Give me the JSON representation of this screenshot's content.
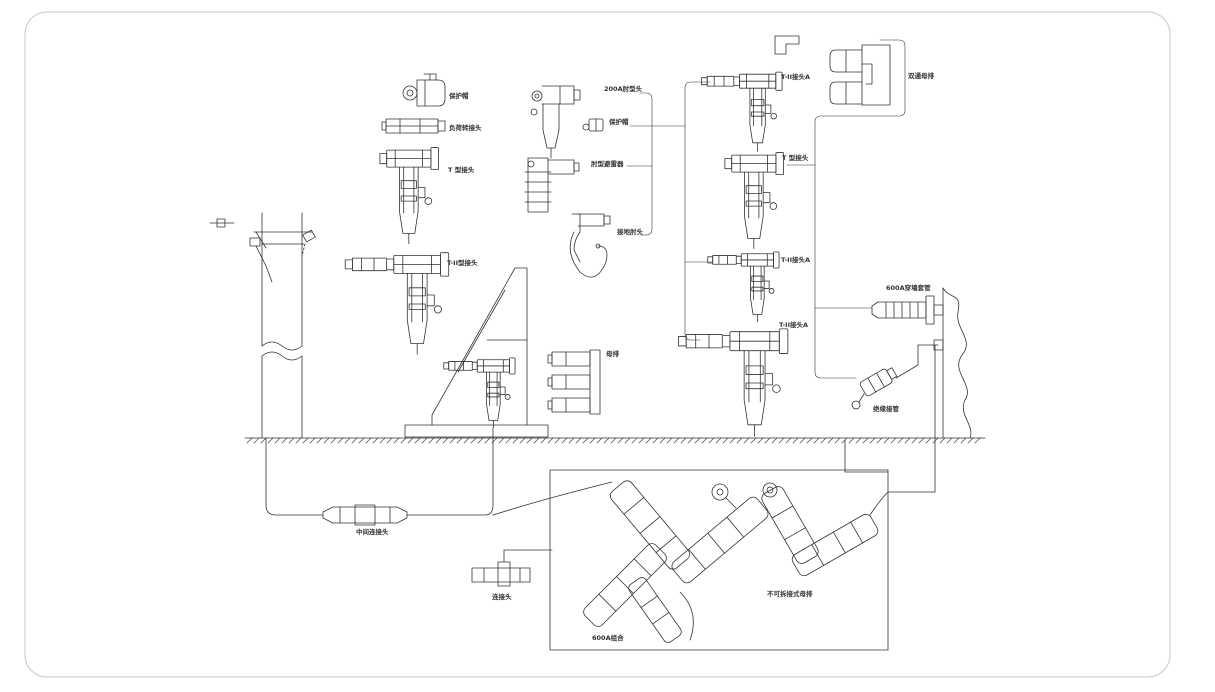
{
  "diagram": {
    "labels": {
      "protective_cap_1": "保护帽",
      "load_break_adapter": "负荷转接头",
      "t_connector_1": "T 型接头",
      "t_ii_connector": "T-II型接头",
      "elbow_200a": "200A肘型头",
      "protective_cap_2": "保护帽",
      "elbow_arrester": "肘型避雷器",
      "grounding_elbow": "接地肘头",
      "t_ii_connector_a_1": "T-II接头A",
      "t_connector_2": "T 型接头",
      "t_ii_connector_a_2": "T-II接头A",
      "t_ii_connector_a_3": "T-II接头A",
      "double_busbar": "双通母排",
      "wall_bushing_600a": "600A穿墙套管",
      "busbar": "母排",
      "insulating_joint": "绝缘接管",
      "middle_splice": "中间连接头",
      "connector": "连接头",
      "non_separable_busbar": "不可拆接式母排",
      "combo_600a": "600A组合"
    },
    "colors": {
      "line": "#333333",
      "frame": "#c8c8c8",
      "background": "#ffffff"
    }
  }
}
